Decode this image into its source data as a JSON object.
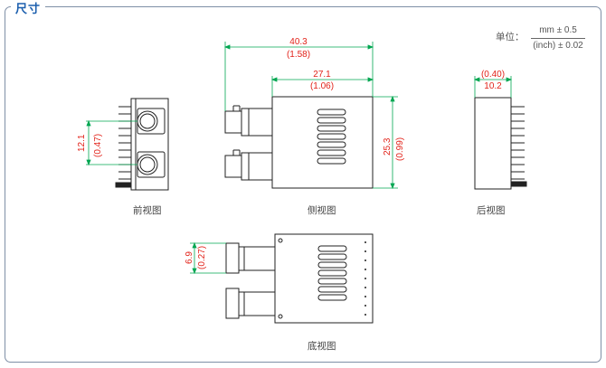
{
  "section_title": "尺寸",
  "unit": {
    "label": "单位：",
    "top": "mm ± 0.5",
    "bottom": "(inch) ± 0.02"
  },
  "front_view": {
    "caption": "前视图",
    "dim_mm": "12.1",
    "dim_inch": "(0.47)"
  },
  "side_view": {
    "caption": "侧视图",
    "total_length_mm": "40.3",
    "total_length_inch": "(1.58)",
    "body_length_mm": "27.1",
    "body_length_inch": "(1.06)",
    "height_mm": "25.3",
    "height_inch": "(0.99)"
  },
  "back_view": {
    "caption": "后视图",
    "width_inch": "(0.40)",
    "width_mm": "10.2"
  },
  "bottom_view": {
    "caption": "底视图",
    "dim_mm": "6.9",
    "dim_inch": "(0.27)"
  },
  "colors": {
    "frame": "#7f8fa6",
    "title": "#1c5fae",
    "dimension_line": "#00a651",
    "dimension_text": "#e2231a",
    "outline": "#222222"
  }
}
